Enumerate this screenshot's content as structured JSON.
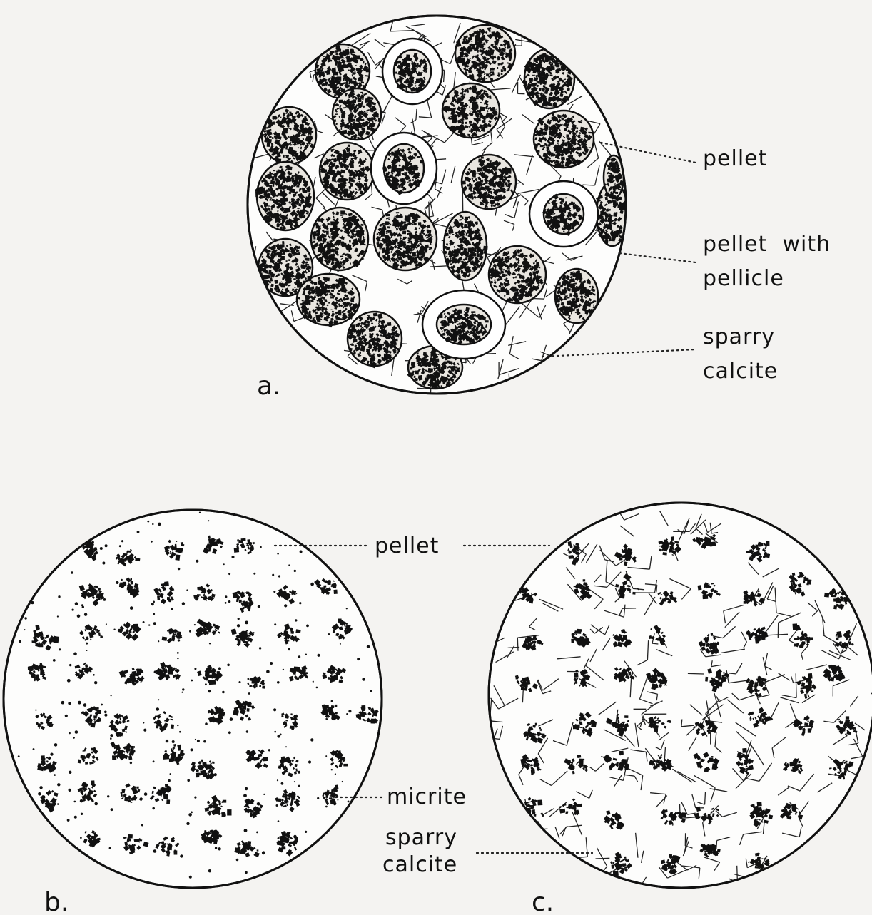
{
  "figure": {
    "panels": [
      {
        "id": "a",
        "letter": "a.",
        "matrix": "sparry calcite",
        "has_pellicles": true
      },
      {
        "id": "b",
        "letter": "b.",
        "matrix": "micrite",
        "has_pellicles": false
      },
      {
        "id": "c",
        "letter": "c.",
        "matrix": "sparry calcite",
        "has_pellicles": false
      }
    ],
    "labels": {
      "a_pellet": "pellet",
      "a_pellicle_line1": "pellet  with",
      "a_pellicle_line2": "pellicle",
      "a_sparry_line1": "sparry",
      "a_sparry_line2": "calcite",
      "bc_pellet": "pellet",
      "b_micrite": "micrite",
      "c_sparry_line1": "sparry",
      "c_sparry_line2": "calcite"
    }
  },
  "colors": {
    "ink": "#111111",
    "paper": "#f4f3f1",
    "rim_fill": "#fdfdfc",
    "pellicle_fill": "#ffffff"
  }
}
